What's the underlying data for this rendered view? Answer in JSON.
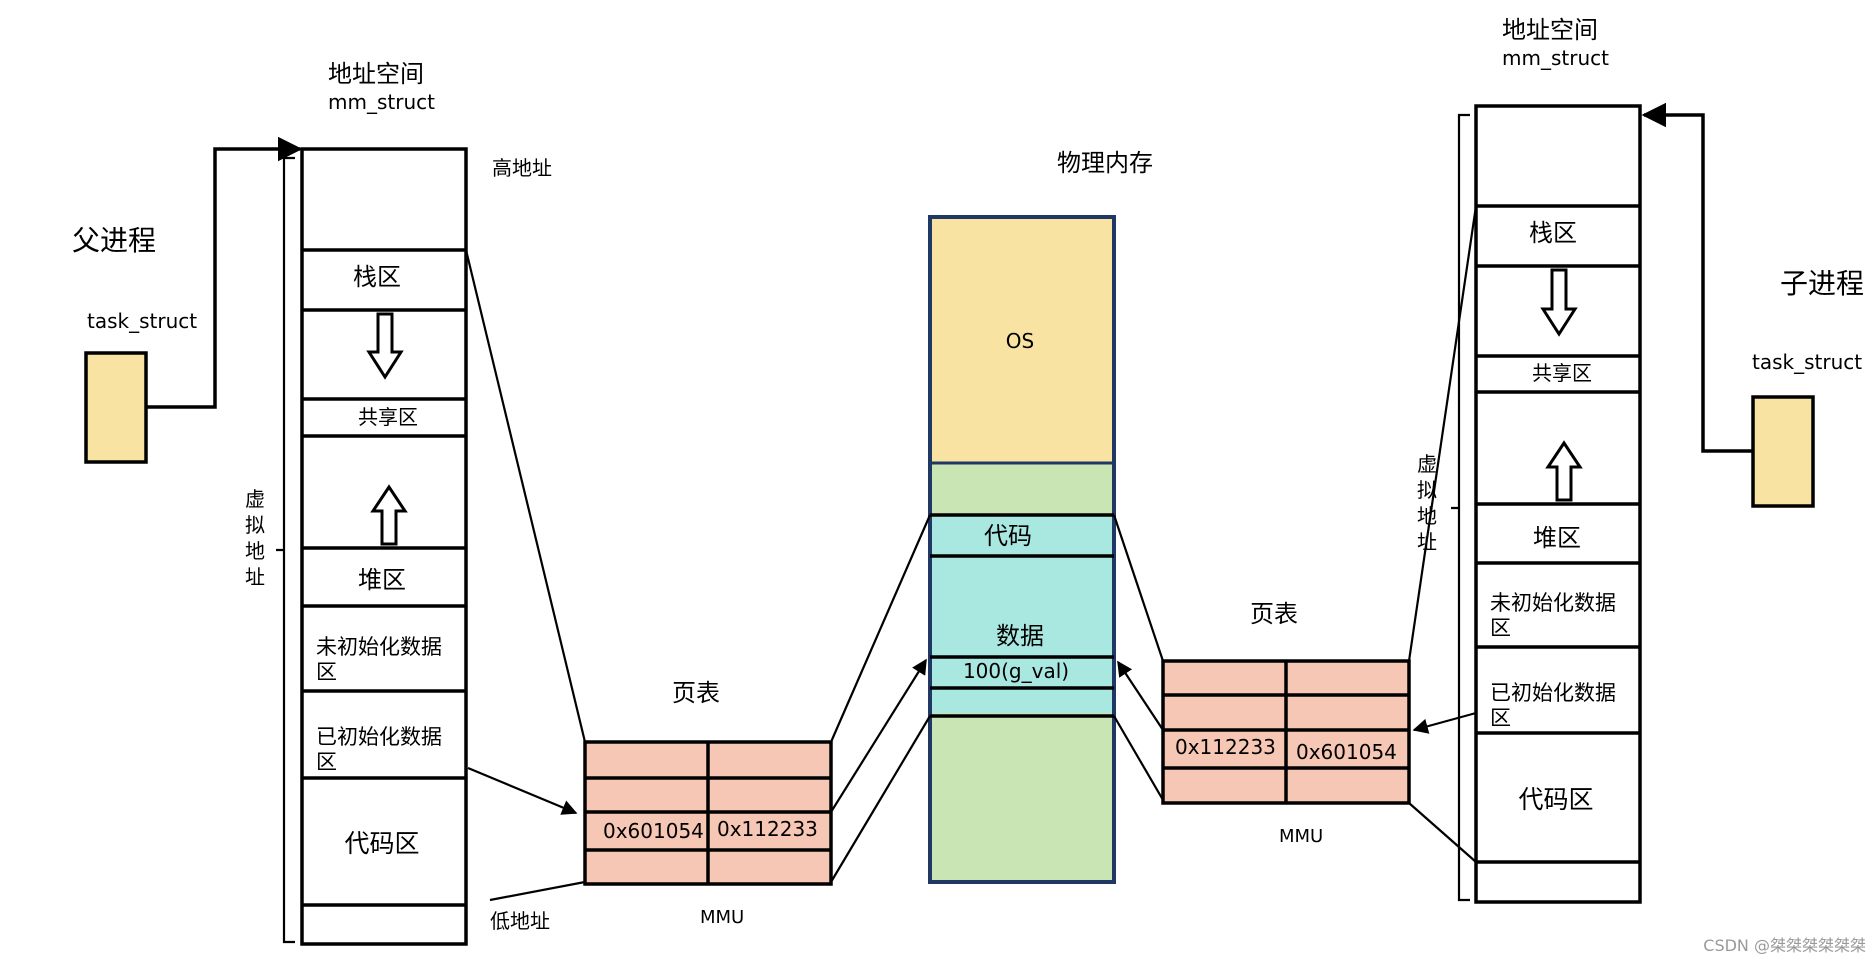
{
  "parent": {
    "title": "父进程",
    "task_struct": "task_struct",
    "addr_space_title": "地址空间",
    "mm_struct": "mm_struct",
    "high_addr": "高地址",
    "low_addr": "低地址",
    "virt_addr": [
      "虚",
      "拟",
      "地",
      "址"
    ],
    "segments": {
      "stack": "栈区",
      "shared": "共享区",
      "heap": "堆区",
      "bss": [
        "未初始化数据",
        "区"
      ],
      "data": [
        "已初始化数据",
        "区"
      ],
      "code": "代码区"
    },
    "page_table": {
      "title": "页表",
      "mmu": "MMU",
      "virt": "0x601054",
      "phys": "0x112233"
    }
  },
  "physical": {
    "title": "物理内存",
    "os": "OS",
    "code": "代码",
    "data": "数据",
    "gval": "100(g_val)",
    "colors": {
      "os": "#f9e3a3",
      "free": "#c8e5b3",
      "used": "#a9e7e1",
      "border": "#1f3864"
    }
  },
  "child": {
    "title": "子进程",
    "task_struct": "task_struct",
    "addr_space_title": "地址空间",
    "mm_struct": "mm_struct",
    "virt_addr": [
      "虚",
      "拟",
      "地",
      "址"
    ],
    "segments": {
      "stack": "栈区",
      "shared": "共享区",
      "heap": "堆区",
      "bss": [
        "未初始化数据",
        "区"
      ],
      "data": [
        "已初始化数据",
        "区"
      ],
      "code": "代码区"
    },
    "page_table": {
      "title": "页表",
      "mmu": "MMU",
      "phys": "0x112233",
      "virt": "0x601054"
    }
  },
  "colors": {
    "task_struct": "#f9e3a3",
    "page_table": "#f6c7b4"
  },
  "watermark": "CSDN @桀桀桀桀桀桀"
}
